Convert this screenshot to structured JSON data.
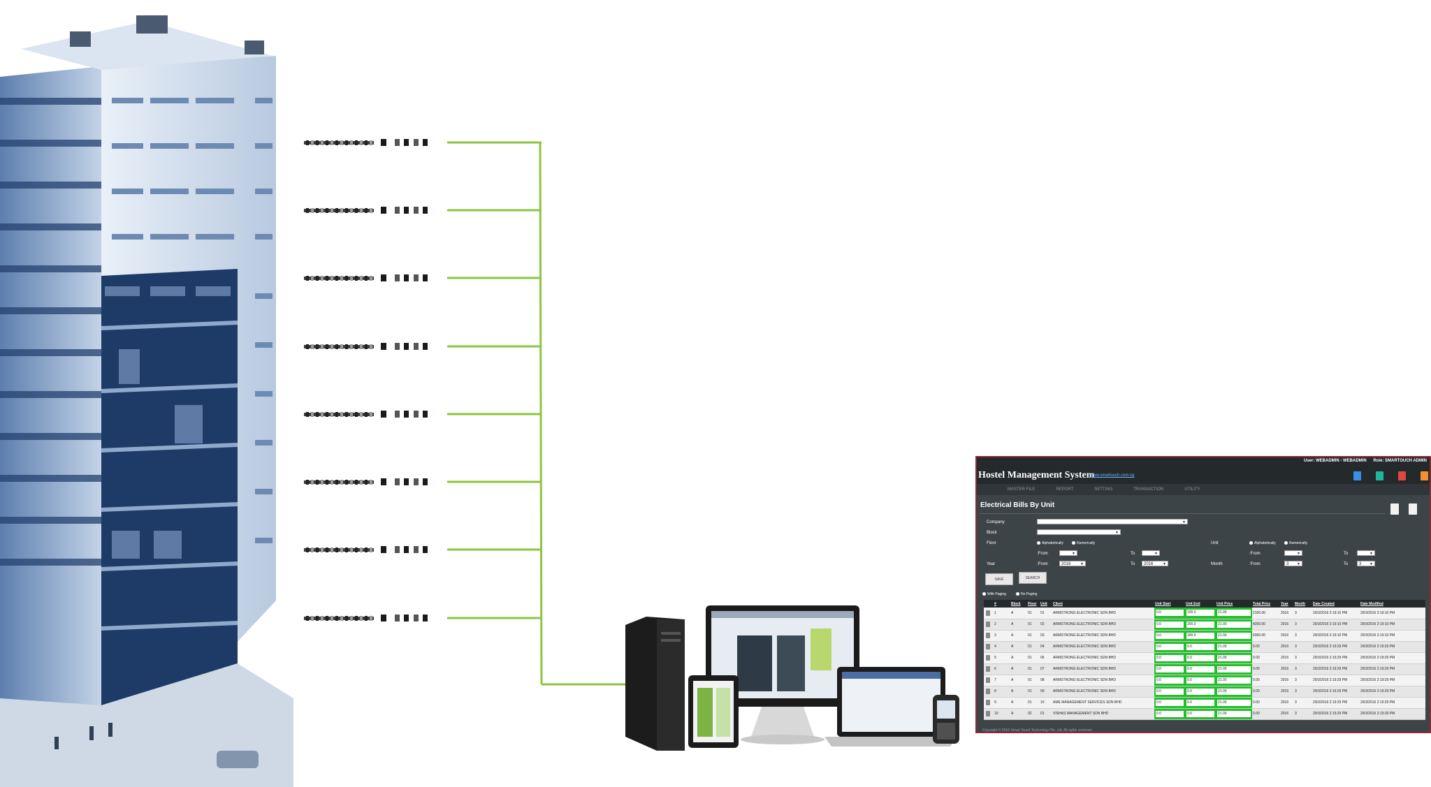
{
  "colors": {
    "link_line": "#8cc63f",
    "accent_border": "#8c2a36",
    "input_green": "#22c02a",
    "app_bg": "#3d4448"
  },
  "app": {
    "user": "User: WEBADMIN - WEBADMIN",
    "role": "Role: SMARTOUCH ADMIN",
    "title": "Hostel Management System",
    "link": "www.smartouch.com.sg",
    "quick_icons": [
      "blue-icon",
      "teal-icon",
      "red-icon",
      "orange-icon"
    ],
    "menu": [
      "MASTER FILE",
      "REPORT",
      "SETTING",
      "TRANSACTION",
      "UTILITY"
    ],
    "page_title": "Electrical Bills By Unit",
    "form": {
      "company_label": "Company",
      "block_label": "Block",
      "floor_label": "Floor",
      "unit_label": "Unit",
      "year_label": "Year",
      "month_label": "Month",
      "order_alpha": "Alphabetically",
      "order_num": "Numerically",
      "from_label": ":From",
      "to_label": "To",
      "year_from": "2016",
      "year_to": "2016",
      "month_from": "3",
      "month_to": "3",
      "save_label": "SAVE",
      "search_label": "SEARCH",
      "with_paging": "With Paging",
      "no_paging": "No Paging"
    },
    "columns": [
      "",
      "#",
      "Block",
      "Floor",
      "Unit",
      "Client",
      "Unit Start",
      "Unit End",
      "Unit Price",
      "Total Price",
      "Year",
      "Month",
      "Date Created",
      "Date Modified"
    ],
    "rows": [
      [
        "1",
        "A",
        "01",
        "01",
        "ARMSTRONG ELECTRONIC SDN BHD",
        "0.0",
        "100.0",
        "21.00",
        "2100.00",
        "2016",
        "3",
        "29/3/2016 2:19:10 PM",
        "29/3/2016 2:19:10 PM"
      ],
      [
        "2",
        "A",
        "01",
        "02",
        "ARMSTRONG ELECTRONIC SDN BHD",
        "0.0",
        "200.0",
        "21.00",
        "4200.00",
        "2016",
        "3",
        "29/3/2016 2:19:10 PM",
        "29/3/2016 2:19:10 PM"
      ],
      [
        "3",
        "A",
        "01",
        "03",
        "ARMSTRONG ELECTRONIC SDN BHD",
        "0.0",
        "300.0",
        "21.00",
        "6300.00",
        "2016",
        "3",
        "29/3/2016 2:19:10 PM",
        "29/3/2016 2:19:10 PM"
      ],
      [
        "4",
        "A",
        "01",
        "04",
        "ARMSTRONG ELECTRONIC SDN BHD",
        "0.0",
        "0.0",
        "21.00",
        "0.00",
        "2016",
        "3",
        "29/3/2016 2:19:29 PM",
        "29/3/2016 2:19:29 PM"
      ],
      [
        "5",
        "A",
        "01",
        "06",
        "ARMSTRONG ELECTRONIC SDN BHD",
        "0.0",
        "0.0",
        "21.00",
        "0.00",
        "2016",
        "3",
        "29/3/2016 2:19:29 PM",
        "29/3/2016 2:19:29 PM"
      ],
      [
        "6",
        "A",
        "01",
        "07",
        "ARMSTRONG ELECTRONIC SDN BHD",
        "0.0",
        "0.0",
        "21.00",
        "0.00",
        "2016",
        "3",
        "29/3/2016 2:19:29 PM",
        "29/3/2016 2:19:29 PM"
      ],
      [
        "7",
        "A",
        "01",
        "08",
        "ARMSTRONG ELECTRONIC SDN BHD",
        "0.0",
        "0.0",
        "21.00",
        "0.00",
        "2016",
        "3",
        "29/3/2016 2:19:29 PM",
        "29/3/2016 2:19:29 PM"
      ],
      [
        "8",
        "A",
        "01",
        "09",
        "ARMSTRONG ELECTRONIC SDN BHD",
        "0.0",
        "0.0",
        "21.00",
        "0.00",
        "2016",
        "3",
        "29/3/2016 2:19:29 PM",
        "29/3/2016 2:19:29 PM"
      ],
      [
        "9",
        "A",
        "01",
        "10",
        "AME MANAGEMENT SERVICES SDN BHD",
        "0.0",
        "0.0",
        "21.00",
        "0.00",
        "2016",
        "3",
        "29/3/2016 2:19:29 PM",
        "29/3/2016 2:19:29 PM"
      ],
      [
        "10",
        "A",
        "02",
        "01",
        "VISHAS MANAGEMENT SDN BHD",
        "0.0",
        "0.0",
        "21.00",
        "0.00",
        "2016",
        "3",
        "29/3/2016 2:19:29 PM",
        "29/3/2016 2:19:29 PM"
      ]
    ],
    "footer": "Copyright © 2016 Smart Touch Technology Pte. Ltd. All rights reserved."
  }
}
